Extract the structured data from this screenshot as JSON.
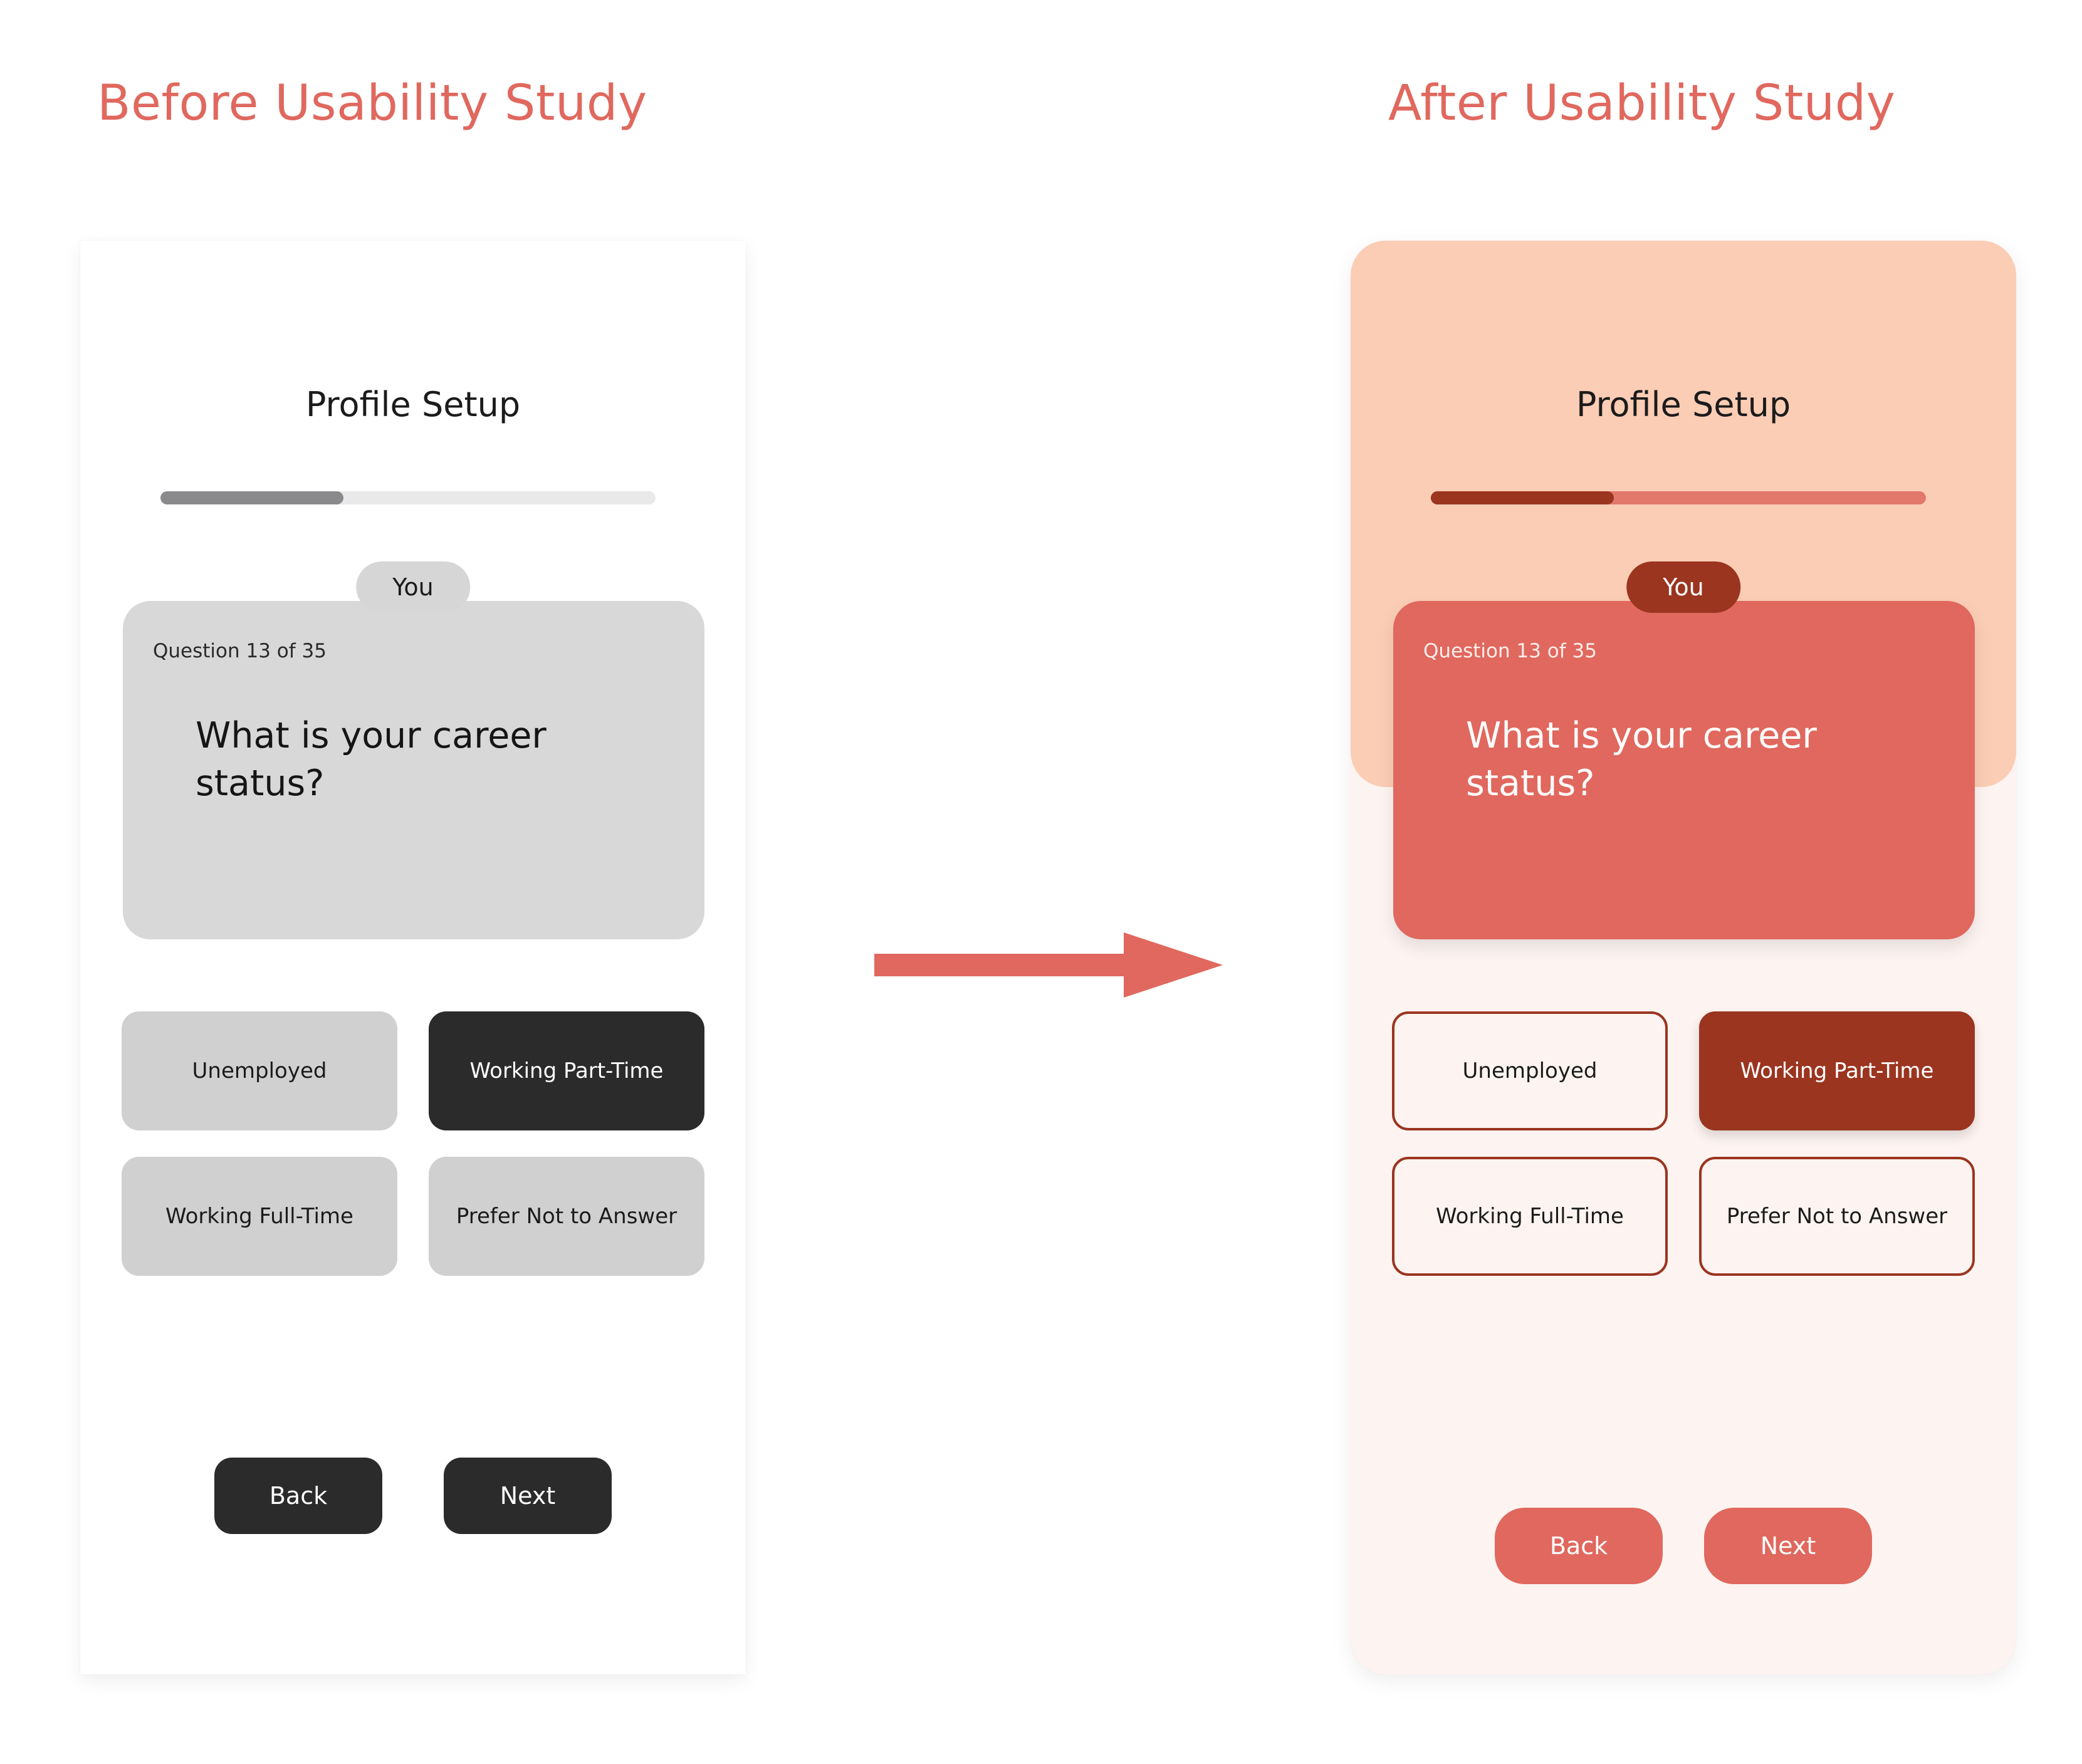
{
  "page": {
    "background_color": "#ffffff",
    "accent_color": "#e0685e"
  },
  "headings": {
    "before": "Before Usability Study",
    "after": "After Usability Study"
  },
  "arrow": {
    "name": "right-arrow",
    "color": "#e0685e",
    "direction": "right"
  },
  "before_screen": {
    "title": "Profile Setup",
    "progress": {
      "percent": 37,
      "fill_color": "#8a8a8d",
      "track_color": "#e9e9e9"
    },
    "speaker_pill": "You",
    "question": {
      "counter": "Question 13 of 35",
      "text": "What is your career status?",
      "card_color": "#d8d8d8"
    },
    "options": [
      {
        "label": "Unemployed",
        "selected": false
      },
      {
        "label": "Working Part-Time",
        "selected": true
      },
      {
        "label": "Working Full-Time",
        "selected": false
      },
      {
        "label": "Prefer Not to Answer",
        "selected": false
      }
    ],
    "nav": {
      "back": "Back",
      "next": "Next",
      "button_color": "#2b2b2b"
    }
  },
  "after_screen": {
    "title": "Profile Setup",
    "header_color": "#fbcdb5",
    "screen_color": "#fdf4f1",
    "progress": {
      "percent": 37,
      "fill_color": "#9b3520",
      "track_color": "#e2776c"
    },
    "speaker_pill": "You",
    "question": {
      "counter": "Question 13 of 35",
      "text": "What is your career status?",
      "card_color": "#e0685e"
    },
    "options": [
      {
        "label": "Unemployed",
        "selected": false
      },
      {
        "label": "Working Part-Time",
        "selected": true
      },
      {
        "label": "Working Full-Time",
        "selected": false
      },
      {
        "label": "Prefer Not to Answer",
        "selected": false
      }
    ],
    "nav": {
      "back": "Back",
      "next": "Next",
      "button_color": "#e0685e"
    }
  }
}
